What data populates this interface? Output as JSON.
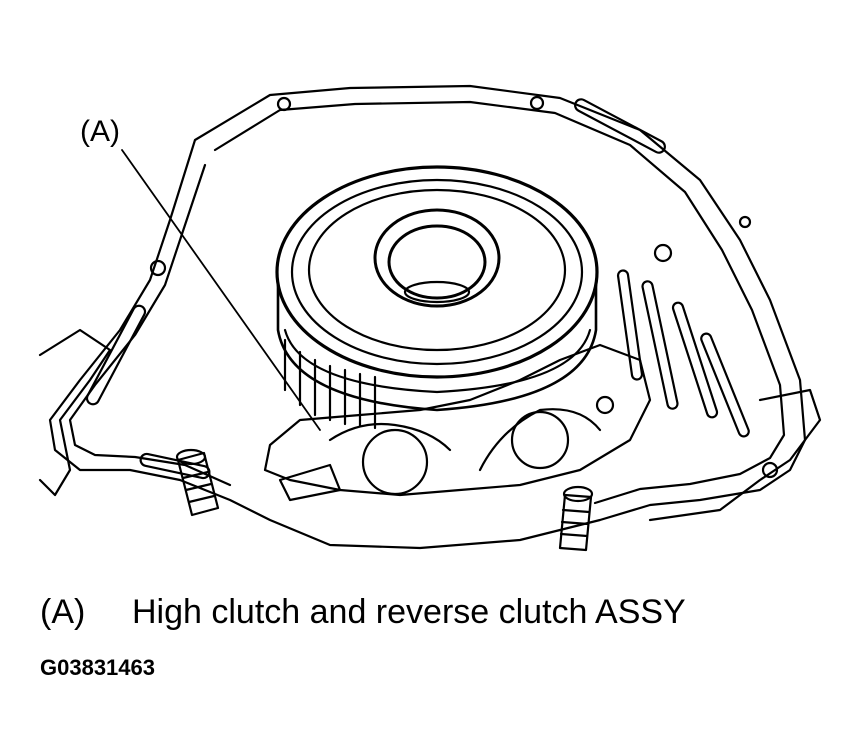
{
  "callout": {
    "marker": "(A)"
  },
  "legend": [
    {
      "key": "(A)",
      "text": "High clutch and reverse clutch ASSY"
    }
  ],
  "figure_id": "G03831463",
  "colors": {
    "ink": "#000000",
    "paper": "#ffffff"
  }
}
